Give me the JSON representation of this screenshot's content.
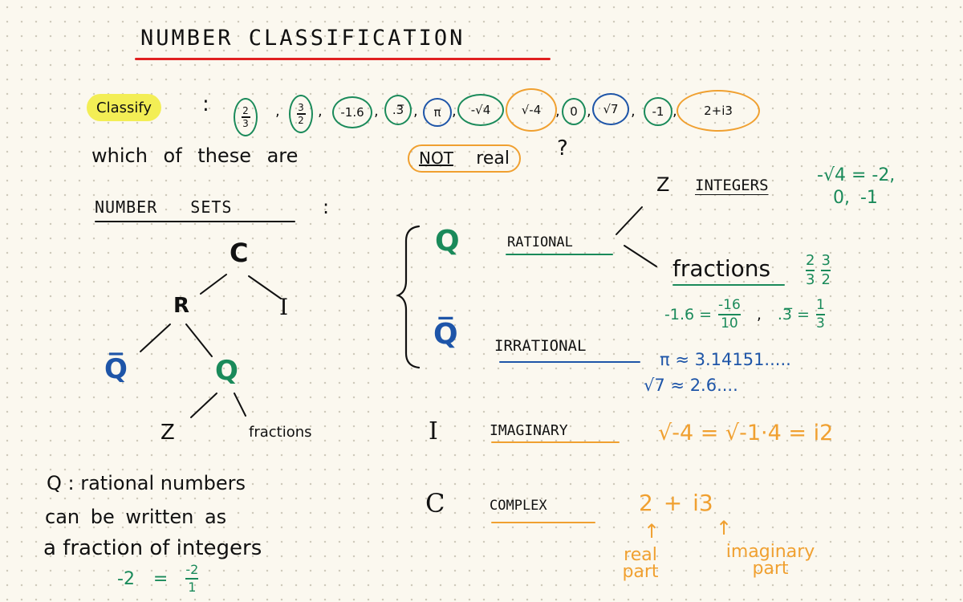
{
  "title": "NUMBER CLASSIFICATION",
  "classify": {
    "label": "Classify",
    "colon": ":",
    "items": [
      {
        "num": "2",
        "den": "3",
        "ring": "green"
      },
      {
        "num": "3",
        "den": "2",
        "ring": "green"
      },
      {
        "text": "-1.6",
        "ring": "green"
      },
      {
        "text": ".3̅",
        "ring": "green"
      },
      {
        "text": "π",
        "ring": "blue"
      },
      {
        "text": "-√4",
        "ring": "green"
      },
      {
        "text": "√-4",
        "ring": "orange"
      },
      {
        "text": "0",
        "ring": "green"
      },
      {
        "text": "√7",
        "ring": "blue"
      },
      {
        "text": "-1",
        "ring": "green"
      },
      {
        "text": "2+i3",
        "ring": "orange"
      }
    ],
    "question_start": "which of these are",
    "question_not": "NOT",
    "question_end": "real",
    "question_mark": "?"
  },
  "number_sets": {
    "heading": "NUMBER SETS",
    "colon": ":",
    "tree": {
      "root": "C",
      "real": "R",
      "imag": "I",
      "irrational": "Q̅",
      "rational": "Q",
      "integers": "Z",
      "fractions": "fractions"
    }
  },
  "rational_note": {
    "line1": "Q : rational numbers",
    "line2": "can be written as",
    "line3": "a fraction of integers",
    "example_lhs": "-2 =",
    "example_num": "-2",
    "example_den": "1"
  },
  "right": {
    "rational_symbol": "Q",
    "rational_label": "RATIONAL",
    "integers_symbol": "Z",
    "integers_label": "INTEGERS",
    "integers_examples_1": "-√4 = -2,",
    "integers_examples_2": "0, -1",
    "fractions_label": "fractions",
    "fractions_ex": [
      {
        "num": "2",
        "den": "3"
      },
      {
        "num": "3",
        "den": "2"
      }
    ],
    "frac_lhs": "-1.6 =",
    "frac_num": "-16",
    "frac_den": "10",
    "frac_sep": ",",
    "repeat_lhs": ".3̅ =",
    "repeat_num": "1",
    "repeat_den": "3",
    "irrational_symbol": "Q̅",
    "irrational_label": "IRRATIONAL",
    "pi_approx": "π ≈ 3.14151.....",
    "sqrt7_approx": "√7 ≈ 2.6....",
    "imaginary_symbol": "I",
    "imaginary_label": "IMAGINARY",
    "imaginary_example": "√-4 = √-1·4 = i2",
    "complex_symbol": "C",
    "complex_label": "COMPLEX",
    "complex_example": "2 + i3",
    "real_part": "real part",
    "imag_part": "imaginary part",
    "arrow": "↑"
  },
  "colors": {
    "green": "#1a8a5a",
    "blue": "#1e55a8",
    "orange": "#f0a030",
    "red": "#e02020",
    "highlight": "#f3ee55"
  }
}
